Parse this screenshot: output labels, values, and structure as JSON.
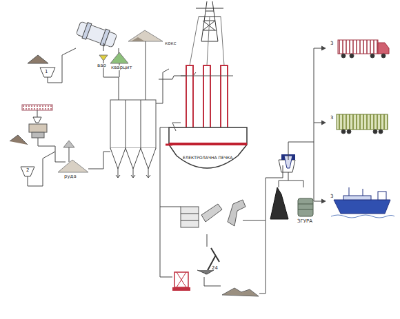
{
  "diagram": {
    "nodes": [
      {
        "text": [
          "ЕЛЕКТРОЛАЧНА ПЕЧКА"
        ]
      }
    ],
    "labels": [
      "кокс",
      "вар",
      "кварцит",
      "руда",
      "1",
      "2",
      "24",
      "ЗГУРА",
      "3",
      "3",
      "3"
    ]
  }
}
